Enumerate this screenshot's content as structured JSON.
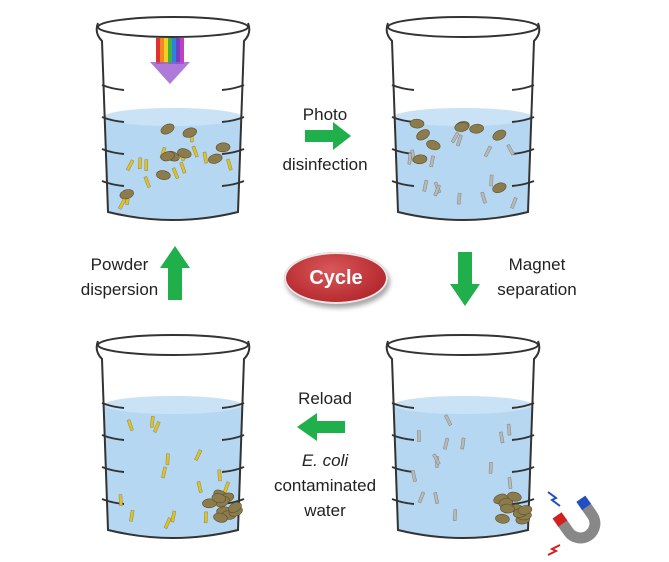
{
  "labels": {
    "photo_line1": "Photo",
    "photo_line2": "disinfection",
    "magnet_line1": "Magnet",
    "magnet_line2": "separation",
    "reload": "Reload",
    "ecoli": "E. coli",
    "contaminated": "contaminated",
    "water": "water",
    "powder_line1": "Powder",
    "powder_line2": "dispersion",
    "cycle": "Cycle"
  },
  "colors": {
    "arrow": "#1faf4b",
    "water": "#a9d0ee",
    "flake": "#8c7c4c",
    "rod_active": "#e3c21c",
    "rod_inactive": "#b8b8b8",
    "cycle": "#c0393c"
  }
}
